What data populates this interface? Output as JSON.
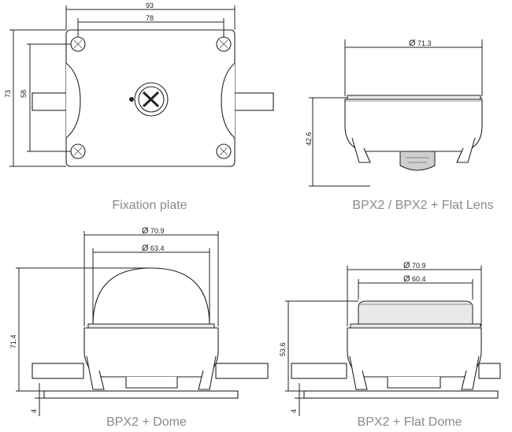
{
  "views": [
    {
      "caption": "Fixation plate",
      "dims": {
        "width_outer": "93",
        "width_holes": "78",
        "height_outer": "73",
        "height_holes": "58"
      }
    },
    {
      "caption": "BPX2 / BPX2 + Flat Lens",
      "dims": {
        "diameter": "Ø",
        "diameter_value": "71.3",
        "height": "42.6"
      }
    },
    {
      "caption": "BPX2 + Dome",
      "dims": {
        "diameter_symbol": "Ø",
        "outer_diameter": "70.9",
        "inner_diameter": "63.4",
        "height": "71.4",
        "plate": "4"
      }
    },
    {
      "caption": "BPX2 + Flat Dome",
      "dims": {
        "diameter_symbol": "Ø",
        "outer_diameter": "70.9",
        "inner_diameter": "60.4",
        "height": "53.6",
        "plate": "4"
      }
    }
  ]
}
